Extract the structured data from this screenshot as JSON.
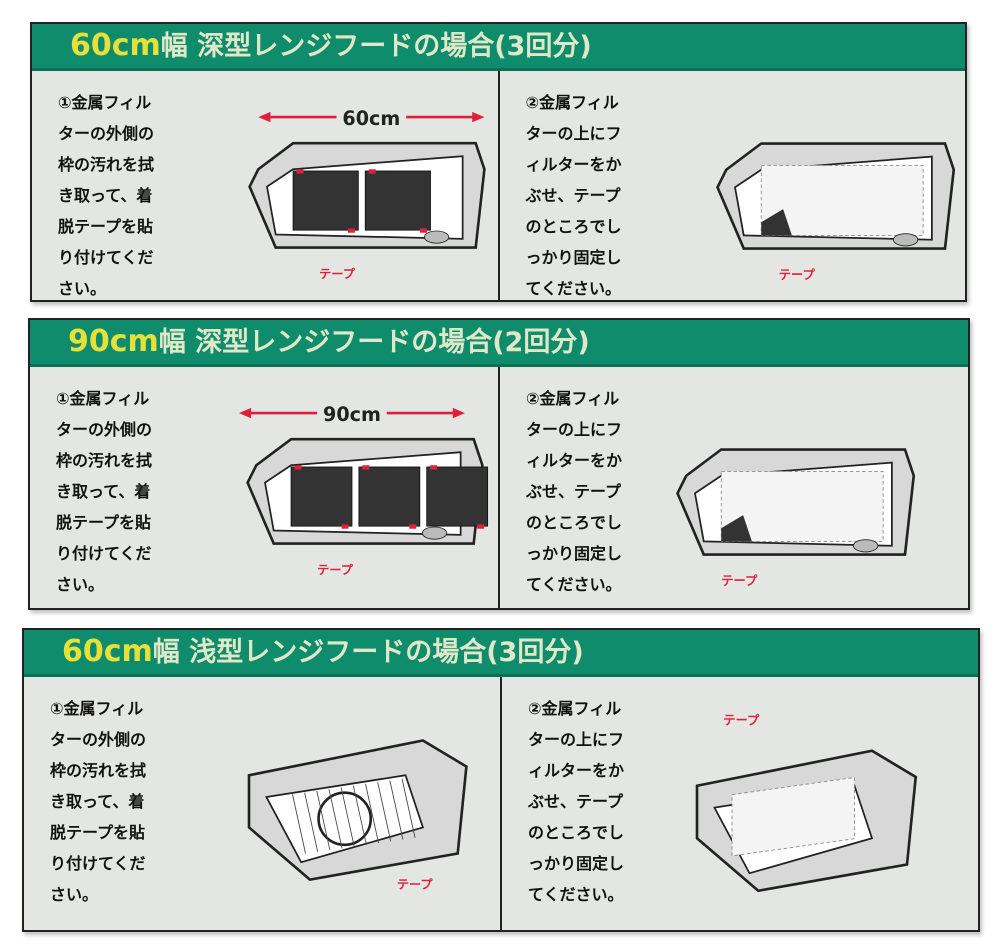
{
  "panels": [
    {
      "width_label": "60cm",
      "title": "幅 深型レンジフードの場合(3回分)",
      "step1": [
        "①金属フィル",
        "ターの外側の",
        "枠の汚れを拭",
        "き取って、着",
        "脱テープを貼",
        "り付けてくだ",
        "さい。"
      ],
      "step2": [
        "②金属フィル",
        "ターの上にフ",
        "ィルターをか",
        "ぶせ、テープ",
        "のところでし",
        "っかり固定し",
        "てください。"
      ],
      "dimension": "60cm",
      "tape_label_1": "テープ",
      "tape_label_2": "テープ"
    },
    {
      "width_label": "90cm",
      "title": "幅 深型レンジフードの場合(2回分)",
      "step1": [
        "①金属フィル",
        "ターの外側の",
        "枠の汚れを拭",
        "き取って、着",
        "脱テープを貼",
        "り付けてくだ",
        "さい。"
      ],
      "step2": [
        "②金属フィル",
        "ターの上にフ",
        "ィルターをか",
        "ぶせ、テープ",
        "のところでし",
        "っかり固定し",
        "てください。"
      ],
      "dimension": "90cm",
      "tape_label_1": "テープ",
      "tape_label_2": "テープ"
    },
    {
      "width_label": "60cm",
      "title": "幅 浅型レンジフードの場合(3回分)",
      "step1": [
        "①金属フィル",
        "ターの外側の",
        "枠の汚れを拭",
        "き取って、着",
        "脱テープを貼",
        "り付けてくだ",
        "さい。"
      ],
      "step2": [
        "②金属フィル",
        "ターの上にフ",
        "ィルターをか",
        "ぶせ、テープ",
        "のところでし",
        "っかり固定し",
        "てください。"
      ],
      "dimension": "",
      "tape_label_1": "テープ",
      "tape_label_2": "テープ"
    }
  ],
  "colors": {
    "header": "#0f8c6b",
    "accent_yellow": "#e6e03a",
    "tape_red": "#e0203a"
  }
}
